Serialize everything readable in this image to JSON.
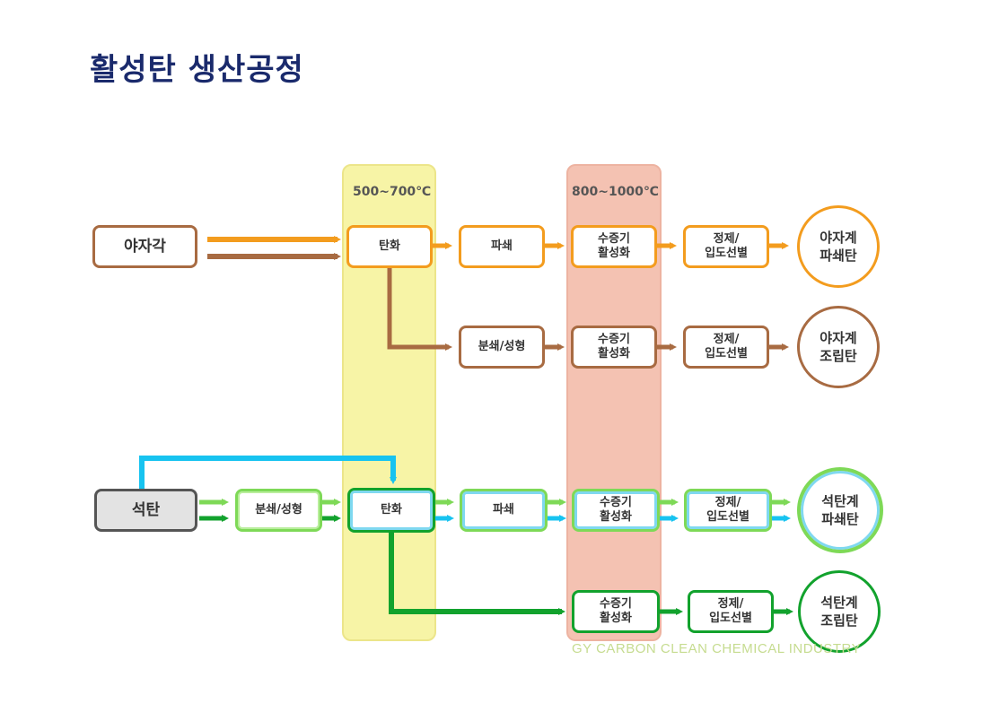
{
  "title": "활성탄 생산공정",
  "temperature_zones": {
    "carbonization": "500~700℃",
    "activation": "800~1000℃"
  },
  "raw_materials": {
    "coconut": "야자각",
    "coal": "석탄"
  },
  "coconut_line": {
    "carbonization": "탄화",
    "crush": "파쇄",
    "grind_form": "분쇄/성형",
    "activation_1": "수증기\n활성화",
    "activation_2": "수증기\n활성화",
    "refine_1": "정제/\n입도선별",
    "refine_2": "정제/\n입도선별",
    "product_crushed": "야자계\n파쇄탄",
    "product_assembled": "야자계\n조립탄"
  },
  "coal_line": {
    "grind_form": "분쇄/성형",
    "carbonization": "탄화",
    "crush": "파쇄",
    "activation_1": "수증기\n활성화",
    "activation_2": "수증기\n활성화",
    "refine_1": "정제/\n입도선별",
    "refine_2": "정제/\n입도선별",
    "product_crushed": "석탄계\n파쇄탄",
    "product_assembled": "석탄계\n조립탄"
  },
  "footer": "GY CARBON CLEAN CHEMICAL INDUSTRY",
  "colors": {
    "title": "#1a2a6c",
    "orange": "#f39c1e",
    "brown": "#a86b42",
    "light_green": "#7ed957",
    "dark_green": "#12a22d",
    "cyan": "#17c3f0",
    "yellow_zone": "#f7f4a6",
    "pink_zone": "#f4c2b2"
  }
}
